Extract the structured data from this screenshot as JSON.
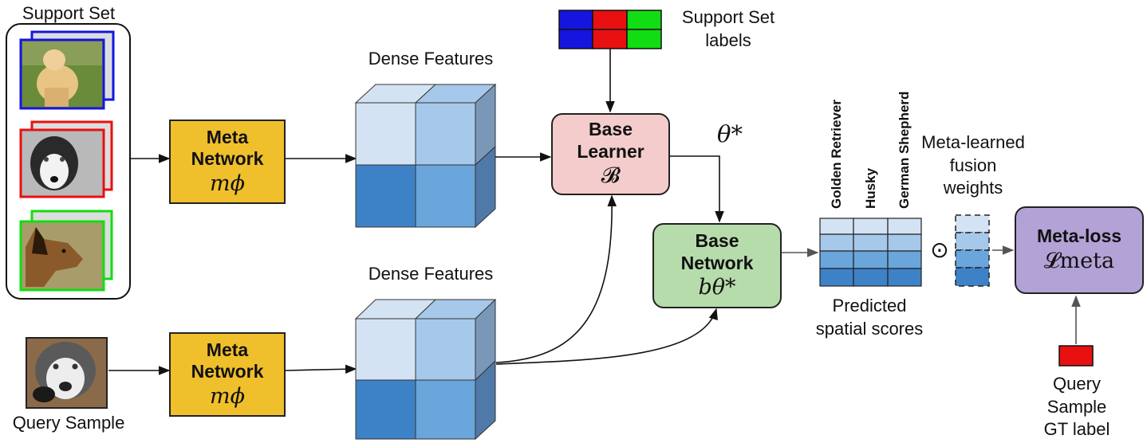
{
  "support_set": {
    "title": "Support Set",
    "label_colors": [
      "#1515e0",
      "#e81010",
      "#12dd12"
    ]
  },
  "query_sample": {
    "label": "Query Sample"
  },
  "meta_network_top": {
    "line1": "Meta",
    "line2": "Network",
    "symbol": "mϕ"
  },
  "meta_network_bottom": {
    "line1": "Meta",
    "line2": "Network",
    "symbol": "mϕ"
  },
  "dense_features_top": {
    "label": "Dense Features"
  },
  "dense_features_bottom": {
    "label": "Dense Features"
  },
  "support_labels": {
    "label_line1": "Support Set",
    "label_line2": "labels"
  },
  "base_learner": {
    "line1": "Base",
    "line2": "Learner",
    "symbol": "𝓑"
  },
  "theta_star": {
    "symbol": "θ*"
  },
  "base_network": {
    "line1": "Base",
    "line2": "Network",
    "symbol": "bθ*"
  },
  "class_labels": [
    "Golden Retriever",
    "Husky",
    "German Shepherd"
  ],
  "predicted_scores": {
    "line1": "Predicted",
    "line2": "spatial scores"
  },
  "hadamard": {
    "symbol": "⊙"
  },
  "fusion_weights": {
    "line1": "Meta-learned",
    "line2": "fusion",
    "line3": "weights"
  },
  "meta_loss": {
    "line1": "Meta-loss",
    "symbol": "𝓛meta"
  },
  "gt_label": {
    "line1": "Query",
    "line2": "Sample",
    "line3": "GT label",
    "color": "#e81010"
  },
  "colors": {
    "meta_network": "#f0bf2c",
    "base_learner": "#f4cccc",
    "base_network": "#b7dcab",
    "meta_loss": "#b3a2d6",
    "cube_light": "#d4e3f3",
    "cube_mid": "#a6c8ea",
    "cube_dark": "#3d82c7",
    "cube_med": "#6aa5dc"
  }
}
